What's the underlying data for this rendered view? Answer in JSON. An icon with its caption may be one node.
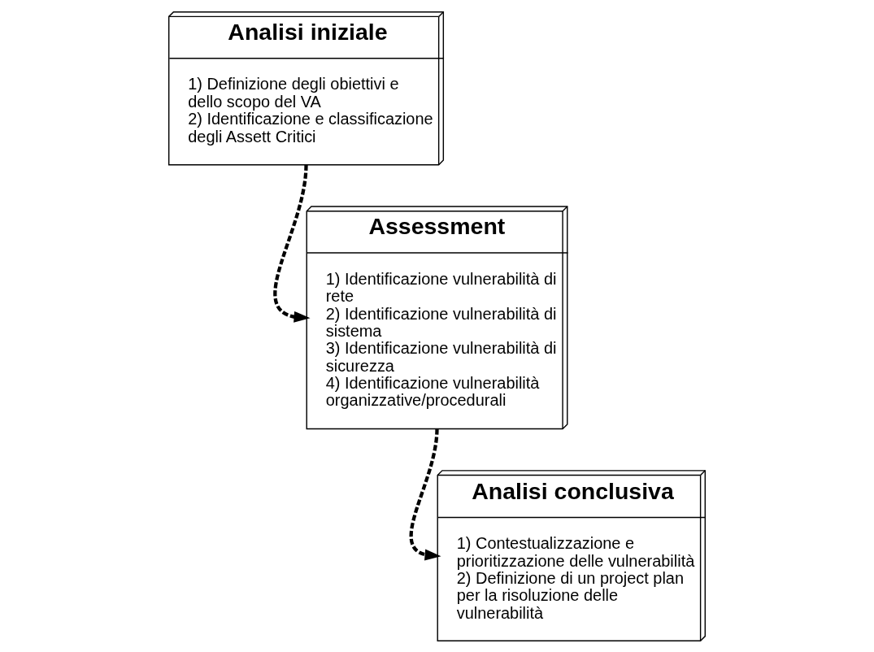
{
  "diagram": {
    "nodes": [
      {
        "text": [
          "Analisi iniziale",
          "1) Definizione degli obiettivi e dello scopo del VA",
          "2) Identificazione e classificazione degli Assett Critici"
        ]
      },
      {
        "text": [
          "Assessment",
          "1) Identificazione vulnerabilità di rete",
          "2) Identificazione vulnerabilità di sistema",
          "3) Identificazione vulnerabilità di sicurezza",
          "4) Identificazione vulnerabilità organizzative/procedurali"
        ]
      },
      {
        "text": [
          "Analisi conclusiva",
          "1) Contestualizzazione e prioritizzazione delle vulnerabilità",
          "2) Definizione di un project plan per la risoluzione delle vulnerabilità"
        ]
      }
    ],
    "edges": [
      {
        "from": 0,
        "to": 1,
        "arrow": "to",
        "style": "dashed"
      },
      {
        "from": 1,
        "to": 2,
        "arrow": "to",
        "style": "dashed"
      }
    ]
  }
}
